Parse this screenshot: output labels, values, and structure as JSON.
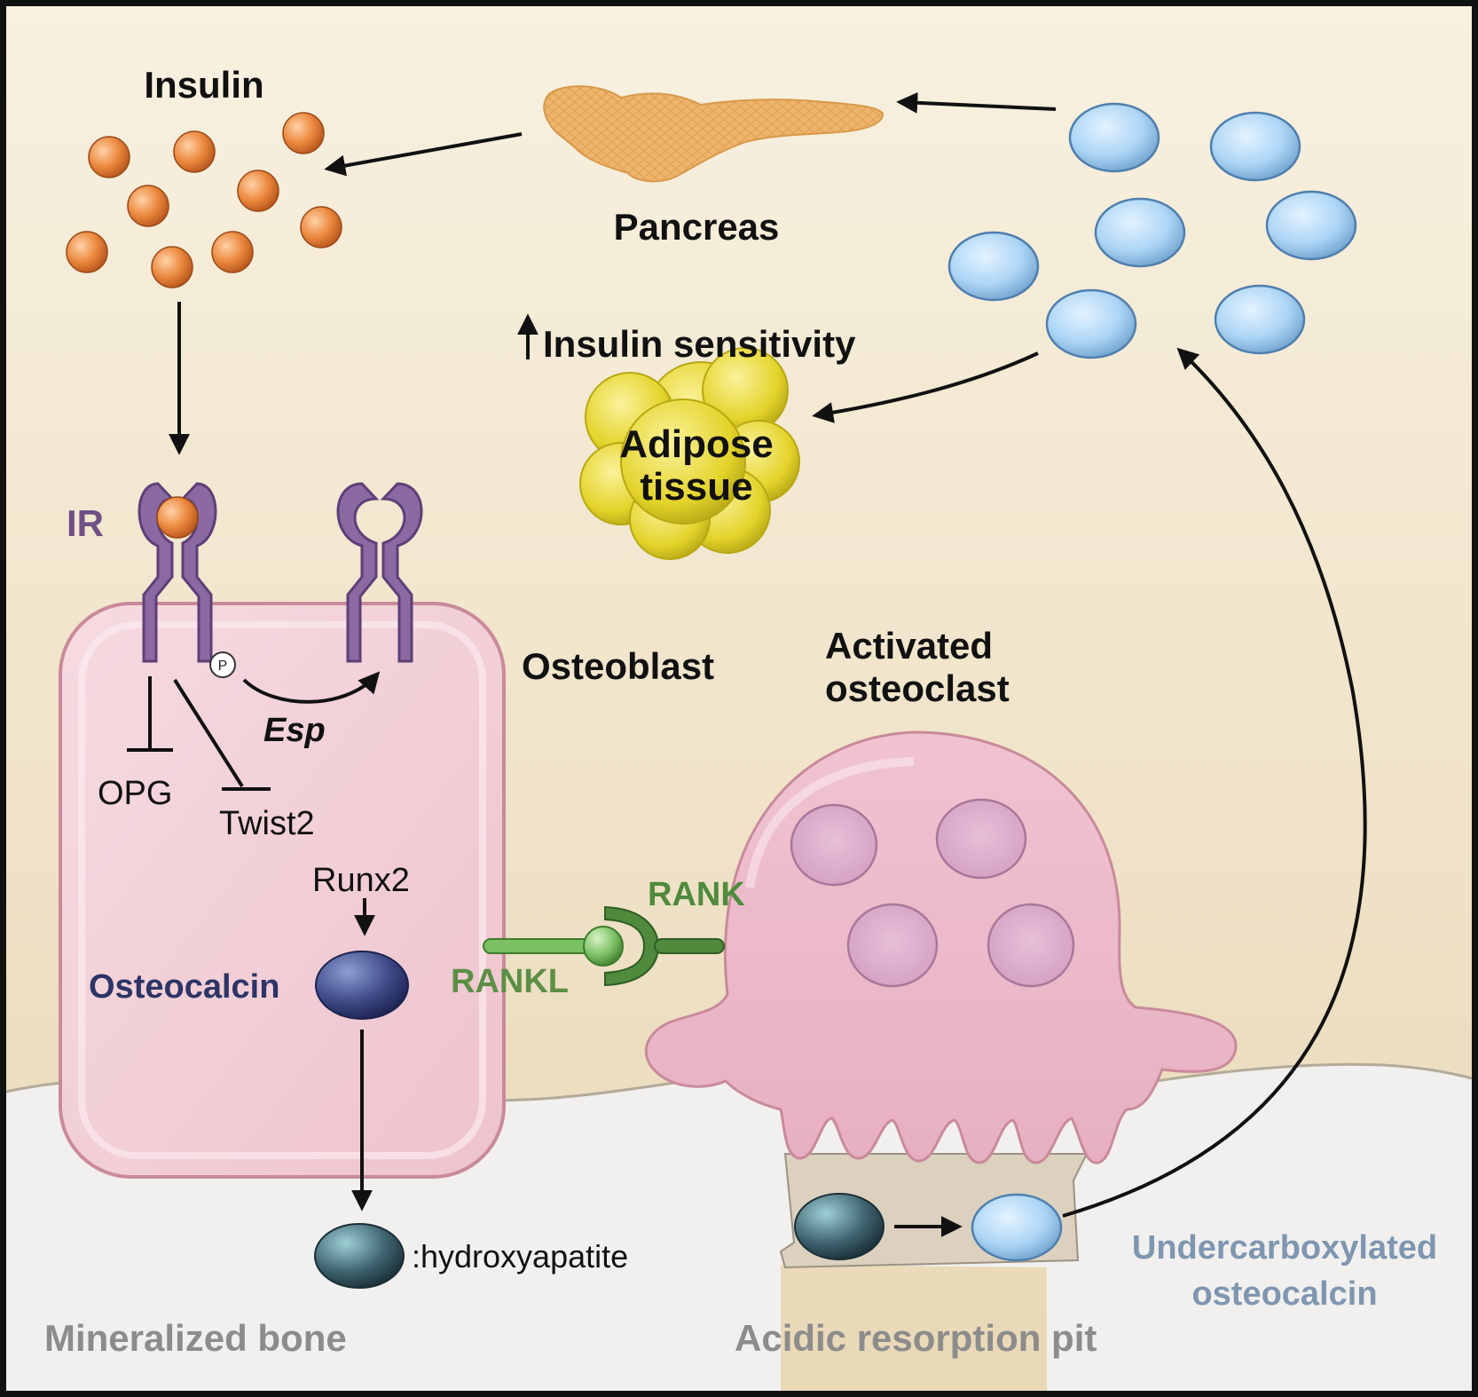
{
  "labels": {
    "insulin": "Insulin",
    "pancreas": "Pancreas",
    "insulin_sensitivity": "Insulin sensitivity",
    "adipose_line1": "Adipose",
    "adipose_line2": "tissue",
    "ir": "IR",
    "phospho": "P",
    "esp": "Esp",
    "opg": "OPG",
    "twist2": "Twist2",
    "runx2": "Runx2",
    "osteocalcin": "Osteocalcin",
    "osteoblast": "Osteoblast",
    "osteoclast_line1": "Activated",
    "osteoclast_line2": "osteoclast",
    "rank": "RANK",
    "rankl": "RANKL",
    "hydroxyapatite": ":hydroxyapatite",
    "mineralized_bone": "Mineralized bone",
    "resorption_pit": "Acidic resorption pit",
    "undercarboxylated_line1": "Undercarboxylated",
    "undercarboxylated_line2": "osteocalcin"
  },
  "colors": {
    "background_top": "#f7efdc",
    "background_bottom": "#ead9b8",
    "bone": "#f1f0ee",
    "insulin": "#e8853c",
    "receptor": "#8b6aa3",
    "osteoblast": "#efc9d2",
    "osteoclast": "#eab6c6",
    "nucleus": "#dbaac9",
    "adipose": "#e4d428",
    "pancreas": "#edb76c",
    "osteocalcin": "#3e4a84",
    "mineral_osteocalcin": "#3f6470",
    "undercarboxylated": "#a9d3f3",
    "rank": "#4f8a3d",
    "rankl": "#7cc064",
    "label_gray": "#8c8c8c",
    "label_blue": "#7f96b0",
    "label_purple": "#6f4f86",
    "label_navy": "#2c3566"
  }
}
